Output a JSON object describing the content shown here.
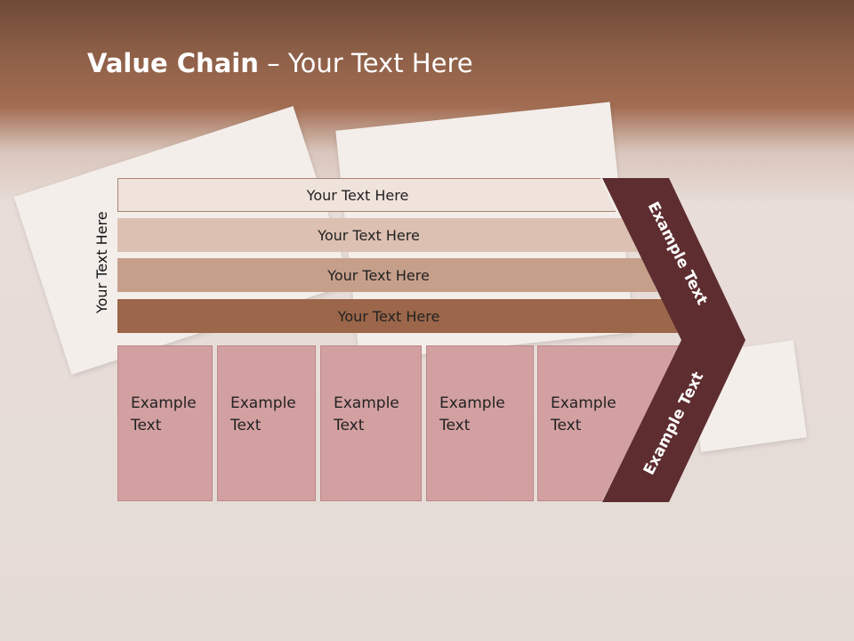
{
  "title_bold": "Value Chain",
  "title_rest": " – Your Text Here",
  "side_label": "Your Text Here",
  "bars": [
    "Your Text Here",
    "Your Text Here",
    "Your Text Here",
    "Your Text Here"
  ],
  "boxes": [
    {
      "line1": "Example",
      "line2": "Text"
    },
    {
      "line1": "Example",
      "line2": "Text"
    },
    {
      "line1": "Example",
      "line2": "Text"
    },
    {
      "line1": "Example",
      "line2": "Text"
    },
    {
      "line1": "Example",
      "line2": "Text"
    }
  ],
  "arrow_top_label": "Example Text",
  "arrow_bottom_label": "Example Text",
  "colors": {
    "bar1": "#efe3dc",
    "bar2": "#dcc0b2",
    "bar3": "#c69f8b",
    "bar4": "#9b6649",
    "box": "#d3a0a1",
    "arrow": "#5e2d30"
  }
}
